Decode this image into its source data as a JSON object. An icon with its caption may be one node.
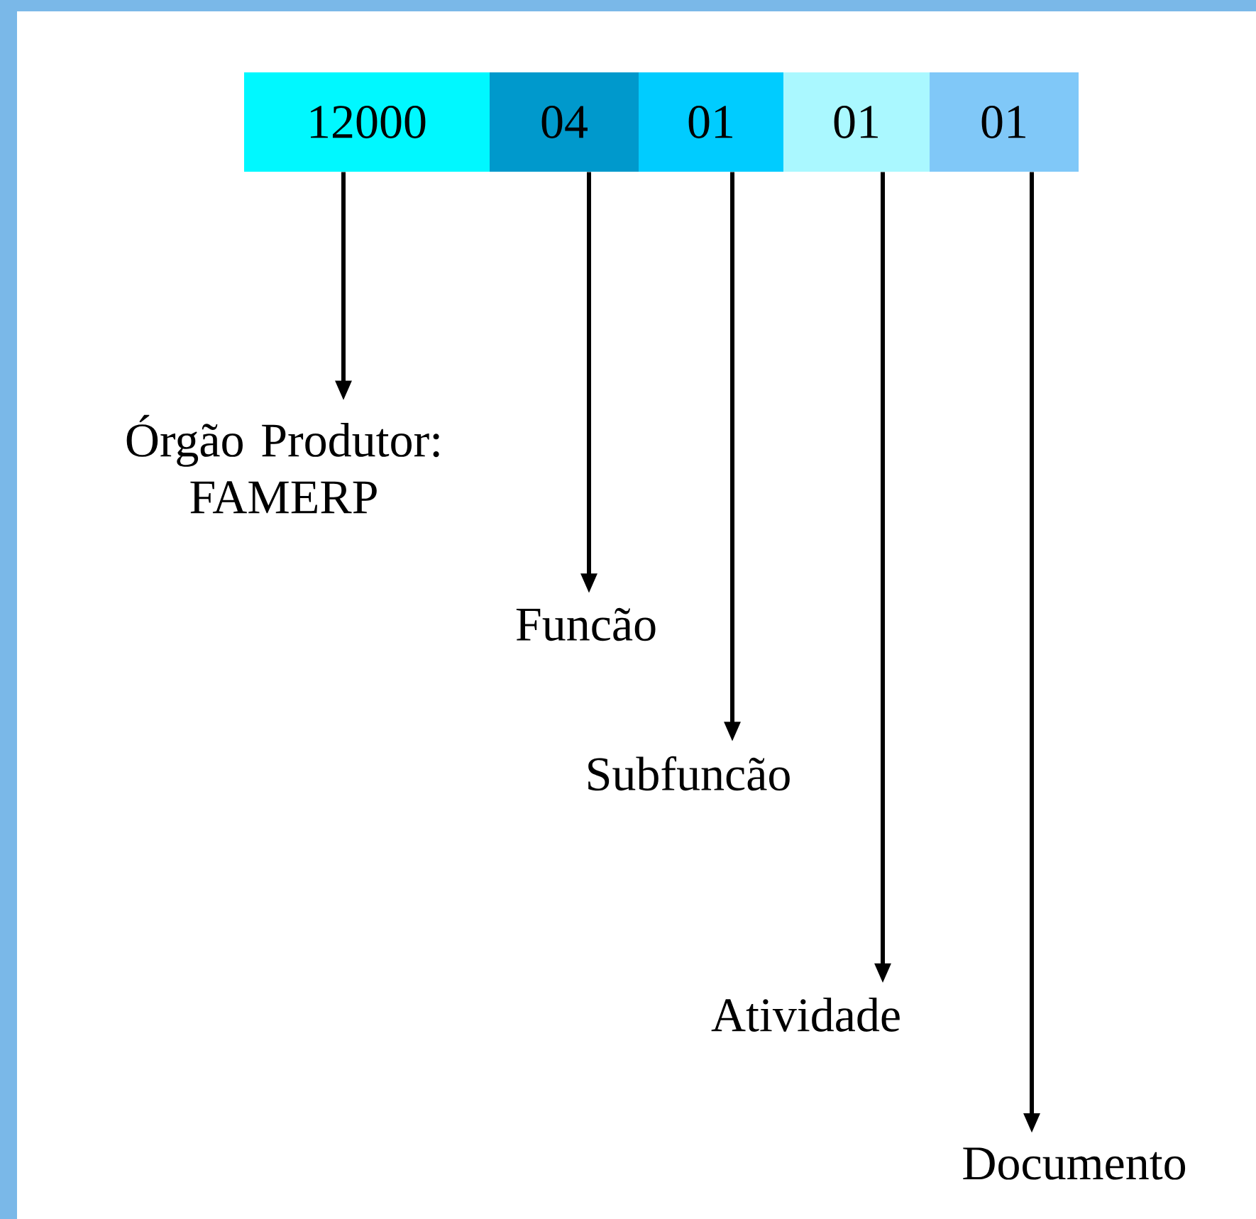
{
  "diagram": {
    "nodes": [
      {
        "text": [
          "12000"
        ]
      },
      {
        "text": [
          "04"
        ]
      },
      {
        "text": [
          "01"
        ]
      },
      {
        "text": [
          "01"
        ]
      },
      {
        "text": [
          "01"
        ]
      },
      {
        "text": [
          "Órgão Produtor: FAMERP"
        ]
      },
      {
        "text": [
          "Funcão"
        ]
      },
      {
        "text": [
          "Subfuncão"
        ]
      },
      {
        "text": [
          "Atividade"
        ]
      },
      {
        "text": [
          "Documento"
        ]
      }
    ],
    "edges": [
      {
        "from": 0,
        "to": 5,
        "arrow": "to"
      },
      {
        "from": 1,
        "to": 6,
        "arrow": "to"
      },
      {
        "from": 2,
        "to": 7,
        "arrow": "to"
      },
      {
        "from": 3,
        "to": 8,
        "arrow": "to"
      },
      {
        "from": 4,
        "to": 9,
        "arrow": "to"
      }
    ]
  }
}
